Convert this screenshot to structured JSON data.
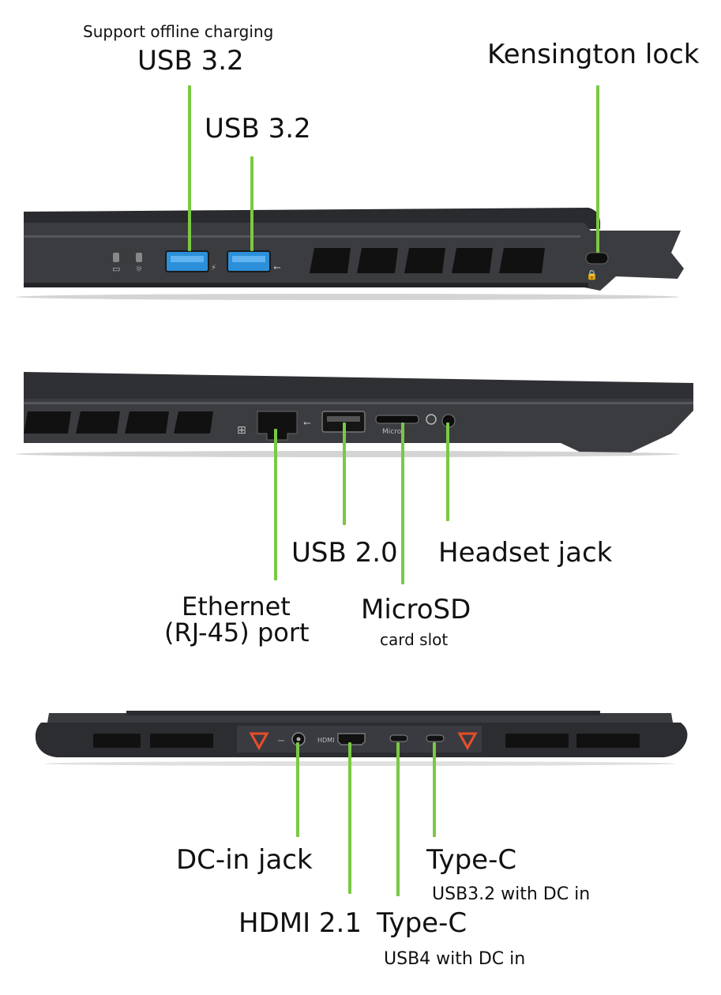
{
  "accent_color": "#7ac943",
  "port_color": "#2c8fd9",
  "left_side": {
    "usb_a_1": {
      "caption": "Support offline charging",
      "title": "USB 3.2"
    },
    "usb_a_2": {
      "title": "USB 3.2"
    },
    "kensington": {
      "title": "Kensington lock"
    }
  },
  "right_side": {
    "ethernet": {
      "line1": "Ethernet",
      "line2": "(RJ-45) port"
    },
    "usb_2": {
      "title": "USB 2.0"
    },
    "microsd": {
      "title": "MicroSD",
      "caption": "card slot",
      "engraving": "Micro"
    },
    "headset": {
      "title": "Headset jack"
    }
  },
  "rear": {
    "dc_in": {
      "title": "DC-in jack"
    },
    "hdmi": {
      "title": "HDMI 2.1",
      "engraving": "HDMI"
    },
    "type_c_1": {
      "title": "Type-C",
      "caption": "USB4 with DC in"
    },
    "type_c_2": {
      "title": "Type-C",
      "caption": "USB3.2 with DC in"
    }
  }
}
